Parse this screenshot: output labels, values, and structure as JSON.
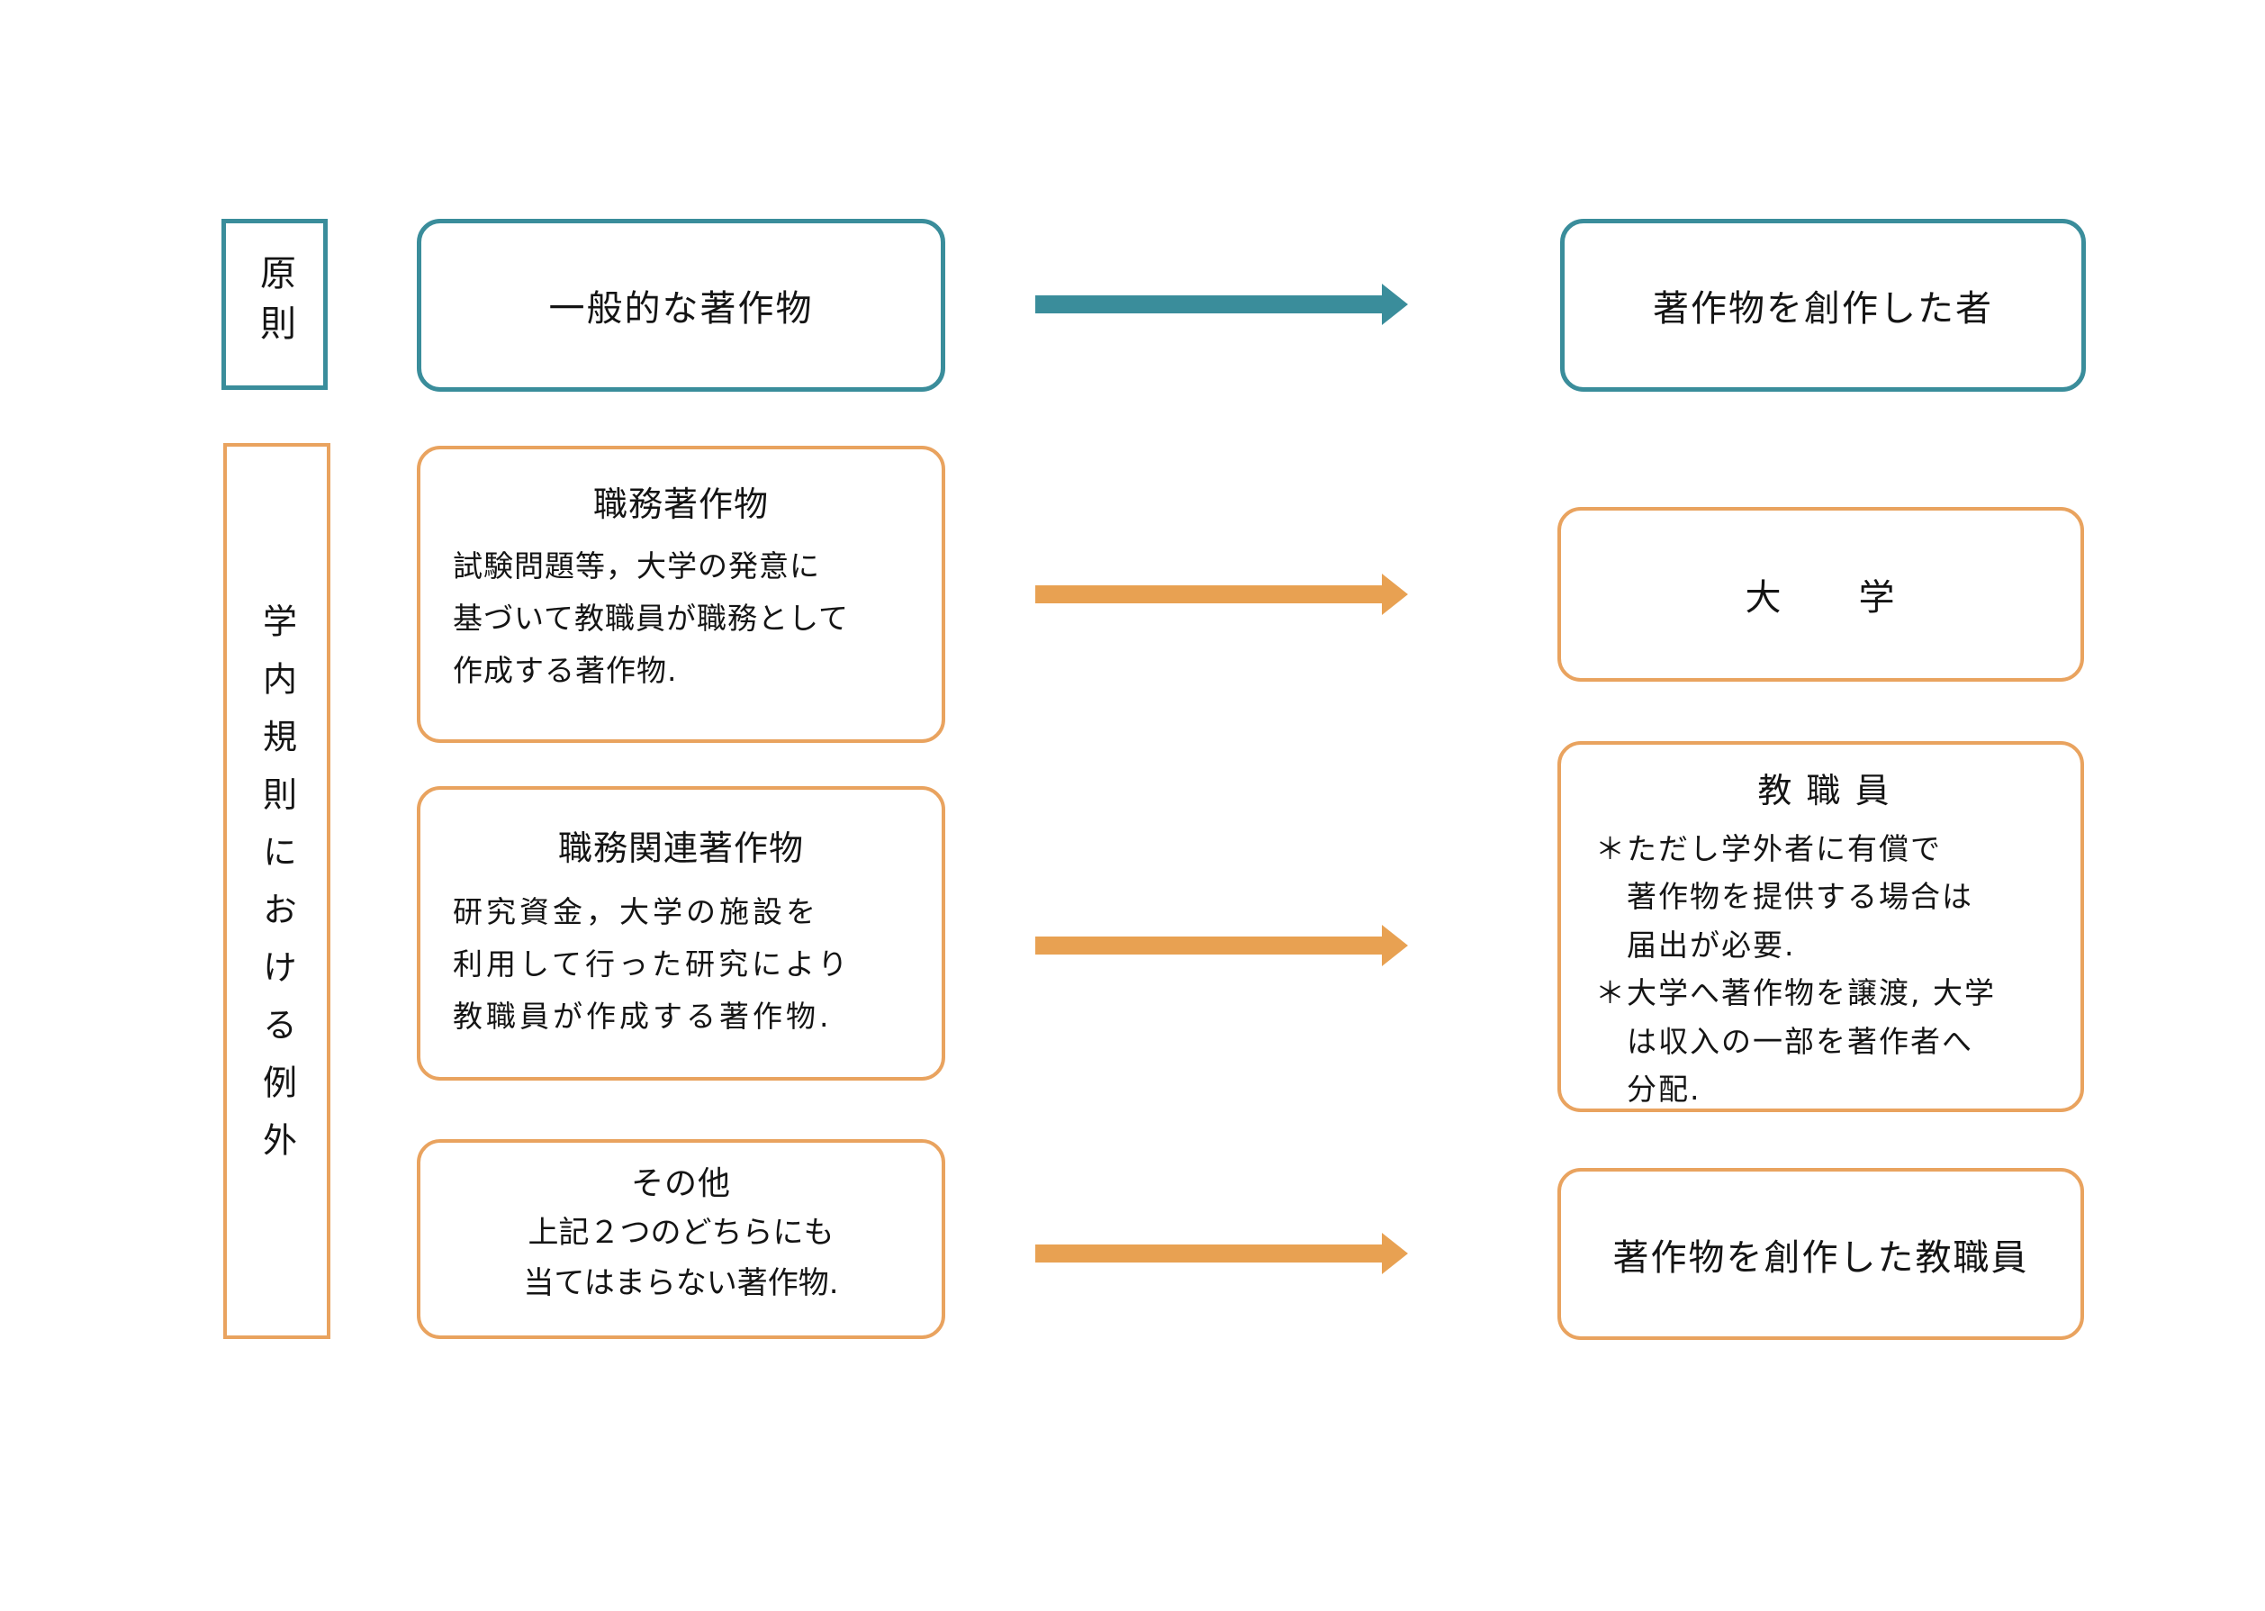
{
  "diagram": {
    "colors": {
      "teal": "#3A8D9B",
      "orange": "#E8A152",
      "orange_border": "#E9A35F"
    },
    "principle": {
      "row_label": "原則",
      "source": "一般的な著作物",
      "owner": "著作物を創作した者"
    },
    "exceptions": {
      "column_label": "学内規則における例外",
      "rows": [
        {
          "source_title": "職務著作物",
          "source_desc": "試験問題等，大学の発意に\n基づいて教職員が職務として\n作成する著作物.",
          "owner_title": "大　　学",
          "owner_notes": ""
        },
        {
          "source_title": "職務関連著作物",
          "source_desc": "研究資金，大学の施設を\n利用して行った研究により\n教職員が作成する著作物.",
          "owner_title": "教 職 員",
          "owner_notes": "＊ただし学外者に有償で\n　著作物を提供する場合は\n　届出が必要.\n＊大学へ著作物を譲渡, 大学\n　は収入の一部を著作者へ\n　分配."
        },
        {
          "source_title": "その他",
          "source_desc": "上記２つのどちらにも\n当てはまらない著作物.",
          "owner_title": "著作物を創作した教職員",
          "owner_notes": ""
        }
      ]
    }
  }
}
